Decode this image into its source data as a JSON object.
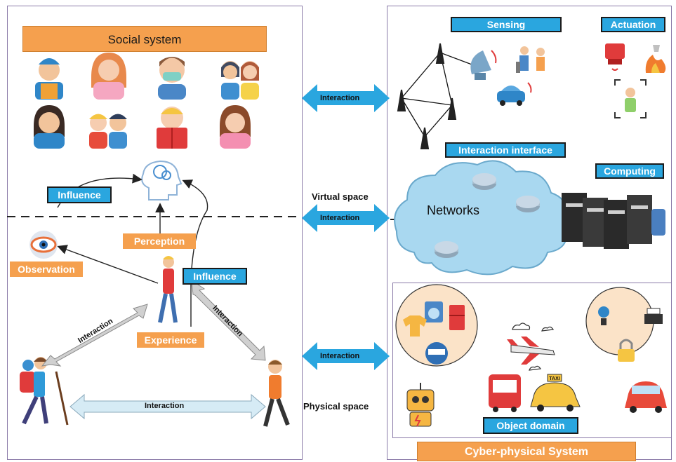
{
  "social_system": {
    "title": "Social system",
    "labels": {
      "influence_top": "Influence",
      "perception": "Perception",
      "observation": "Observation",
      "influence_right": "Influence",
      "experience": "Experience",
      "interaction_left": "Interaction",
      "interaction_right": "Interaction",
      "interaction_bottom": "Interaction"
    }
  },
  "middle": {
    "interaction_top": "Interaction",
    "virtual_space": "Virtual space",
    "interaction_mid": "Interaction",
    "interaction_bottom": "Interaction",
    "physical_space": "Physical space"
  },
  "cps": {
    "sensing": "Sensing",
    "actuation": "Actuation",
    "interaction_interface": "Interaction interface",
    "computing": "Computing",
    "networks": "Networks",
    "object_domain": "Object domain",
    "title": "Cyber-physical System",
    "taxi_sign": "TAXI"
  },
  "colors": {
    "orange": "#f5a04e",
    "blue": "#2aa6df",
    "arrow_blue": "#2aa6df",
    "arrow_gray": "#cfcfcf",
    "arrow_light": "#cfe6f3",
    "cloud": "#a9d8f0",
    "panel_border": "#8a7aa8"
  }
}
